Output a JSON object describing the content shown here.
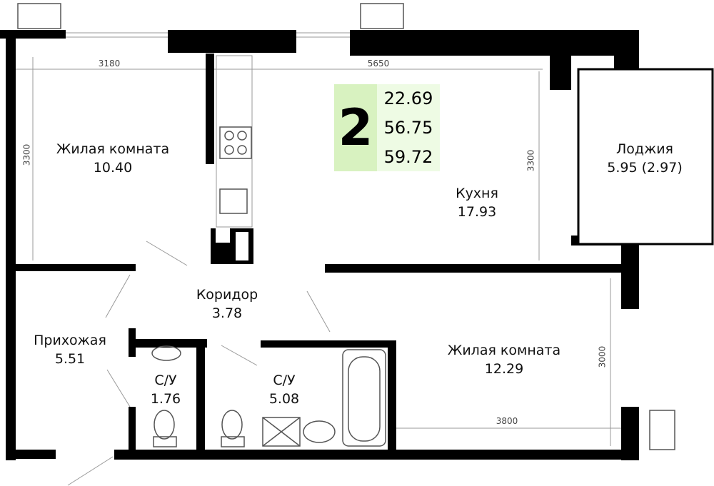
{
  "apartment": {
    "rooms": "2",
    "living_area": "22.69",
    "total_area": "56.75",
    "total_with_loggia": "59.72",
    "accent": "#d8f2c0"
  },
  "rooms": [
    {
      "name": "Жилая комната",
      "area": "10.40"
    },
    {
      "name": "Кухня",
      "area": "17.93"
    },
    {
      "name": "Лоджия",
      "area": "5.95 (2.97)"
    },
    {
      "name": "Коридор",
      "area": "3.78"
    },
    {
      "name": "Прихожая",
      "area": "5.51"
    },
    {
      "name": "С/У",
      "area": "1.76"
    },
    {
      "name": "С/У",
      "area": "5.08"
    },
    {
      "name": "Жилая комната",
      "area": "12.29"
    }
  ],
  "dimensions": {
    "d1": "3180",
    "d2": "5650",
    "d3": "3300",
    "d4": "3300",
    "d5": "3000",
    "d6": "3800"
  }
}
